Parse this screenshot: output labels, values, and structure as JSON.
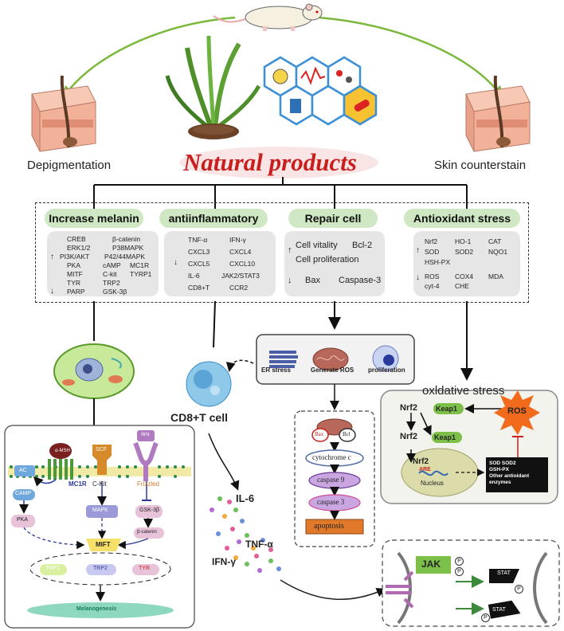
{
  "title": "Natural products",
  "left_label": "Depigmentation",
  "right_label": "Skin counterstain",
  "categories": [
    {
      "label": "Increase melanin"
    },
    {
      "label": "antiinflammatory"
    },
    {
      "label": "Repair cell"
    },
    {
      "label": "Antioxidant stress"
    }
  ],
  "melanin_card": {
    "rows": [
      [
        "CREB",
        "β-catenin"
      ],
      [
        "ERK1/2",
        "P38MAPK"
      ],
      [
        "PI3K/AKT",
        "P42/44MAPK"
      ],
      [
        "PKA",
        "cAMP",
        "MC1R"
      ],
      [
        "MITF",
        "C-kit",
        "TYRP1"
      ],
      [
        "TYR",
        "TRP2"
      ],
      [
        "PARP",
        "GSK-3β"
      ]
    ],
    "up": "↑",
    "down": "↓"
  },
  "inflam_card": {
    "rows": [
      [
        "TNF-α",
        "IFN-γ"
      ],
      [
        "CXCL3",
        "CXCL4"
      ],
      [
        "CXCL5",
        "CXCL10"
      ],
      [
        "IL-6",
        "JAK2/STAT3"
      ],
      [
        "CD8+T",
        "CCR2"
      ]
    ],
    "down": "↓"
  },
  "repair_card": {
    "rows": [
      [
        "Cell vitality",
        "Bcl-2"
      ],
      [
        "Cell proliferation"
      ],
      [
        "Bax",
        "Caspase-3"
      ]
    ],
    "up": "↑",
    "down": "↓"
  },
  "antiox_card": {
    "rows": [
      [
        "Nrf2",
        "HO-1",
        "CAT"
      ],
      [
        "SOD",
        "SOD2",
        "NQO1"
      ],
      [
        "HSH-PX"
      ],
      [
        "ROS",
        "COX4",
        "MDA"
      ],
      [
        "cyt-4",
        "CHE"
      ]
    ],
    "up": "↑",
    "down": "↓"
  },
  "repair_top": {
    "labels": [
      "ER stress",
      "Generate ROS",
      "proliferation"
    ]
  },
  "cd8_label": "CD8+T cell",
  "oxidative_label": "oxldative stress",
  "cytokines": {
    "il6": "IL-6",
    "tnf": "TNF-α",
    "ifn": "IFN-γ"
  },
  "apoptosis": {
    "bax": "Bax",
    "bcl": "Bcl",
    "steps": [
      "cytochrome c",
      "caspase 9",
      "caspase 3",
      "apoptosis"
    ]
  },
  "nrf2_box": {
    "nrf2": "Nrf2",
    "keap1": "Keap1",
    "ros": "ROS",
    "are": "ARE",
    "nucleus": "Nucleus",
    "enzymes": [
      "SOD  SOD2",
      "GSH-PX",
      "Other antioidant",
      "enzymes"
    ]
  },
  "melanogenesis_box": {
    "amsh": "α-MSH",
    "scf": "SCF",
    "wnt": "Wnt",
    "ac": "AC",
    "mc1r": "MC1R",
    "ckit": "C-Kit",
    "frizzled": "Frizzled",
    "camp": "CAMP",
    "pka": "PKA",
    "mapk": "MAPK",
    "gsk": "GSK-3β",
    "bcatenin": "β-catenin",
    "mift": "MIFT",
    "trp1": "TRP1",
    "trp2": "TRP2",
    "tyr": "TYR",
    "melanogenesis": "Melanogenesis"
  },
  "jak_box": {
    "jak": "JAK",
    "stat": "STAT",
    "p": "P"
  },
  "colors": {
    "title": "#c81e1e",
    "pill": "#cfe8c3",
    "card": "#e6e6e6",
    "caspase": "#c9a6e0",
    "apoptosis": "#e07a2a",
    "keap1": "#7cc04a",
    "ros": "#f26b1d"
  }
}
